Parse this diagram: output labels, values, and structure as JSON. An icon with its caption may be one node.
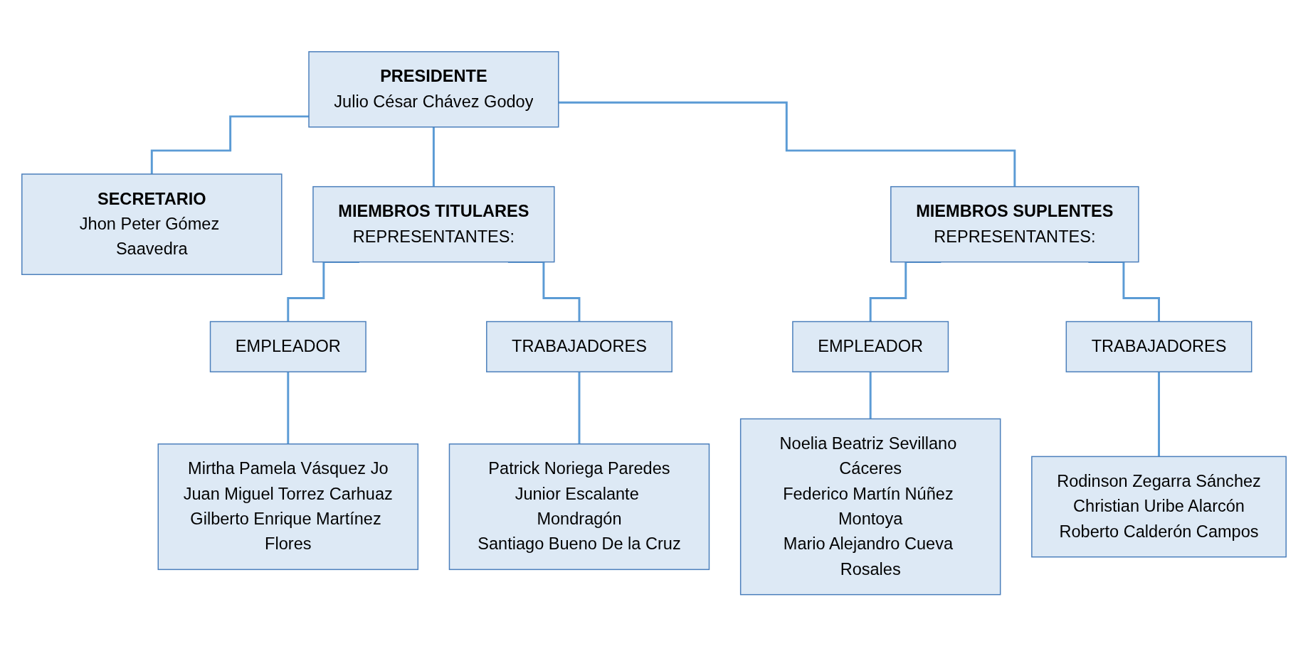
{
  "diagram": {
    "nodes": [
      {
        "text": [
          "PRESIDENTE",
          "Julio César Chávez Godoy"
        ]
      },
      {
        "text": [
          "SECRETARIO",
          "Jhon Peter Gómez Saavedra"
        ]
      },
      {
        "text": [
          "MIEMBROS TITULARES",
          "REPRESENTANTES:"
        ]
      },
      {
        "text": [
          "MIEMBROS SUPLENTES",
          "REPRESENTANTES:"
        ]
      },
      {
        "text": [
          "EMPLEADOR"
        ]
      },
      {
        "text": [
          "TRABAJADORES"
        ]
      },
      {
        "text": [
          "EMPLEADOR"
        ]
      },
      {
        "text": [
          "TRABAJADORES"
        ]
      },
      {
        "text": [
          "Mirtha Pamela Vásquez Jo",
          "Juan Miguel Torrez Carhuaz",
          "Gilberto Enrique Martínez Flores"
        ]
      },
      {
        "text": [
          "Patrick Noriega Paredes",
          "Junior Escalante Mondragón",
          "Santiago Bueno De la Cruz"
        ]
      },
      {
        "text": [
          "Noelia Beatriz Sevillano Cáceres",
          "Federico Martín Núñez Montoya",
          "Mario Alejandro Cueva Rosales"
        ]
      },
      {
        "text": [
          "Rodinson Zegarra Sánchez",
          "Christian Uribe Alarcón",
          "Roberto Calderón Campos"
        ]
      }
    ],
    "edges": [
      {
        "from": 0,
        "to": 1,
        "arrow": "none"
      },
      {
        "from": 0,
        "to": 2,
        "arrow": "none"
      },
      {
        "from": 0,
        "to": 3,
        "arrow": "none"
      },
      {
        "from": 2,
        "to": 4,
        "arrow": "none"
      },
      {
        "from": 2,
        "to": 5,
        "arrow": "none"
      },
      {
        "from": 3,
        "to": 6,
        "arrow": "none"
      },
      {
        "from": 3,
        "to": 7,
        "arrow": "none"
      },
      {
        "from": 4,
        "to": 8,
        "arrow": "none"
      },
      {
        "from": 5,
        "to": 9,
        "arrow": "none"
      },
      {
        "from": 6,
        "to": 10,
        "arrow": "none"
      },
      {
        "from": 7,
        "to": 11,
        "arrow": "none"
      }
    ]
  }
}
